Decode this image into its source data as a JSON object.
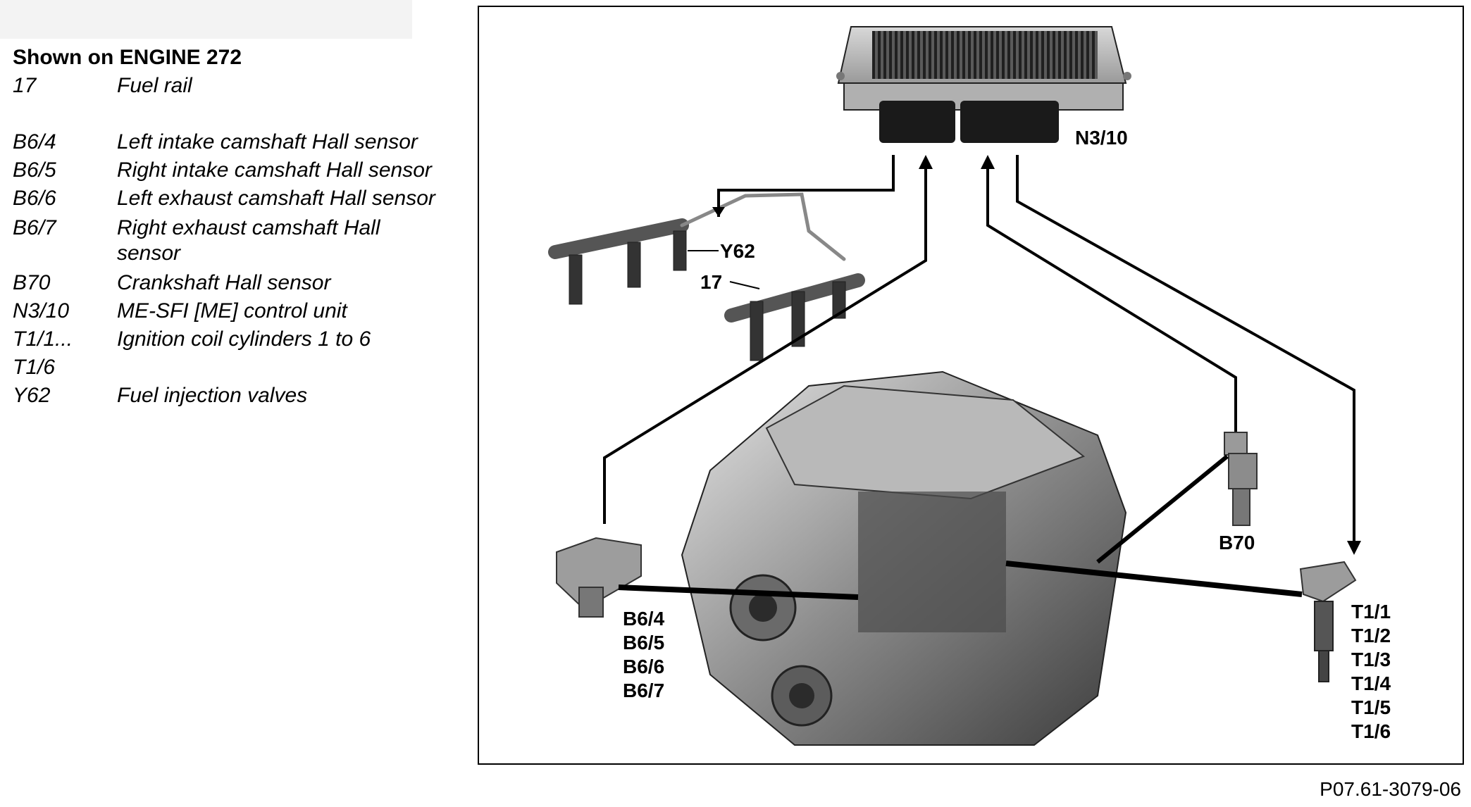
{
  "legend": {
    "title": "Shown on ENGINE 272",
    "items": [
      {
        "code": "17",
        "desc": "Fuel rail"
      },
      {
        "code": "B6/4",
        "desc": "Left intake camshaft Hall sensor"
      },
      {
        "code": "B6/5",
        "desc": "Right intake camshaft Hall sensor"
      },
      {
        "code": "B6/6",
        "desc": "Left exhaust camshaft Hall sensor"
      },
      {
        "code": "B6/7",
        "desc": "Right exhaust camshaft Hall\nsensor"
      },
      {
        "code": "B70",
        "desc": "Crankshaft Hall sensor"
      },
      {
        "code": "N3/10",
        "desc": "ME-SFI [ME] control unit"
      },
      {
        "code": "T1/1...\nT1/6",
        "desc": "Ignition coil cylinders 1 to 6"
      },
      {
        "code": "Y62",
        "desc": "Fuel injection valves"
      }
    ]
  },
  "diagram": {
    "label_n310": "N3/10",
    "label_y62": "Y62",
    "label_17": "17",
    "label_b70": "B70",
    "labels_b6": [
      "B6/4",
      "B6/5",
      "B6/6",
      "B6/7"
    ],
    "labels_t1": [
      "T1/1",
      "T1/2",
      "T1/3",
      "T1/4",
      "T1/5",
      "T1/6"
    ]
  },
  "figure_ref": "P07.61-3079-06"
}
